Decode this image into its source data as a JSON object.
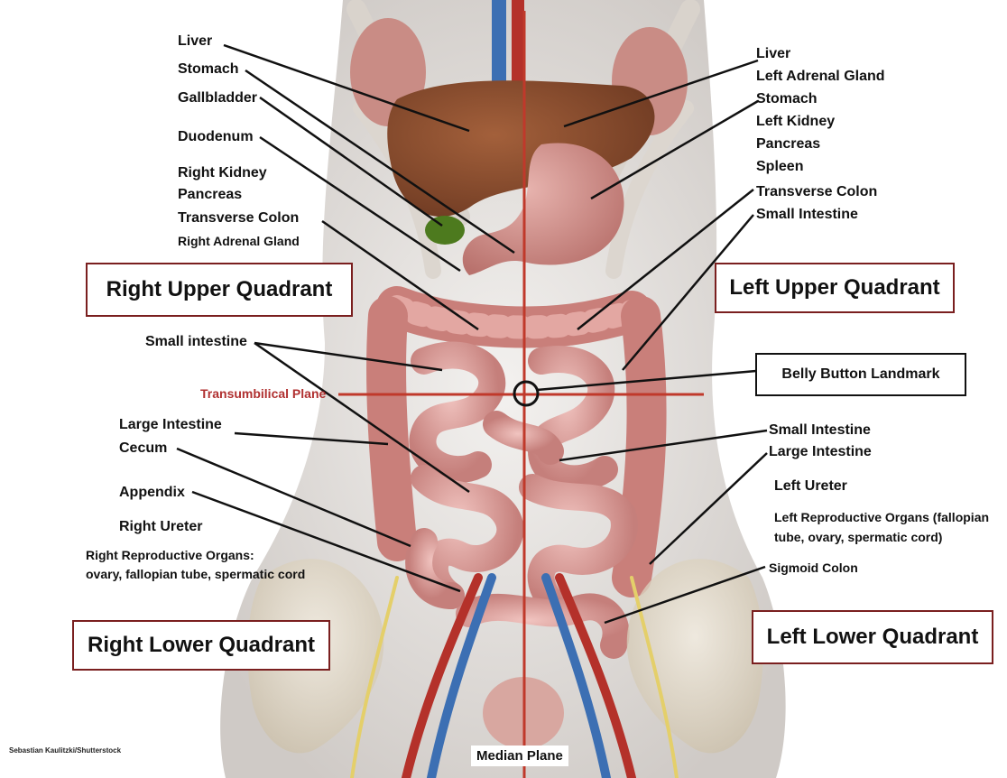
{
  "title": "",
  "right_labels_upper": [
    "Liver",
    "Stomach",
    "Gallbladder",
    "Duodenum",
    "Right Kidney",
    "Pancreas",
    "Transverse Colon",
    "Right Adrenal Gland"
  ],
  "left_labels_upper": [
    "Liver",
    "Left Adrenal Gland",
    "Stomach",
    "Left Kidney",
    "Pancreas",
    "Spleen",
    "Transverse Colon",
    "Small Intestine"
  ],
  "right_labels_lower": [
    "Small intestine",
    "Large Intestine",
    "Cecum",
    "Appendix",
    "Right Ureter",
    "Right Reproductive Organs:",
    "ovary, fallopian tube, spermatic cord"
  ],
  "left_labels_lower": [
    "Small Intestine",
    "Large Intestine",
    "Left Ureter",
    "Left Reproductive Organs (fallopian",
    "tube, ovary, spermatic cord)",
    "Sigmoid Colon"
  ],
  "quadrants": {
    "right_upper": "Right Upper Quadrant",
    "left_upper": "Left Upper Quadrant",
    "right_lower": "Right Lower Quadrant",
    "left_lower": "Left Lower Quadrant"
  },
  "landmark": "Belly Button Landmark",
  "planes": {
    "transumbilical": "Transumbilical Plane",
    "median": "Median Plane"
  },
  "credit": "Sebastian Kaulitzki/Shutterstock",
  "colors": {
    "plane_line": "#c0392b",
    "box_border": "#7a1f1f",
    "intestine": "#d99a9a",
    "liver": "#8b4a2b",
    "gallbladder": "#4d7a1e",
    "body": "#e9e6e3"
  }
}
